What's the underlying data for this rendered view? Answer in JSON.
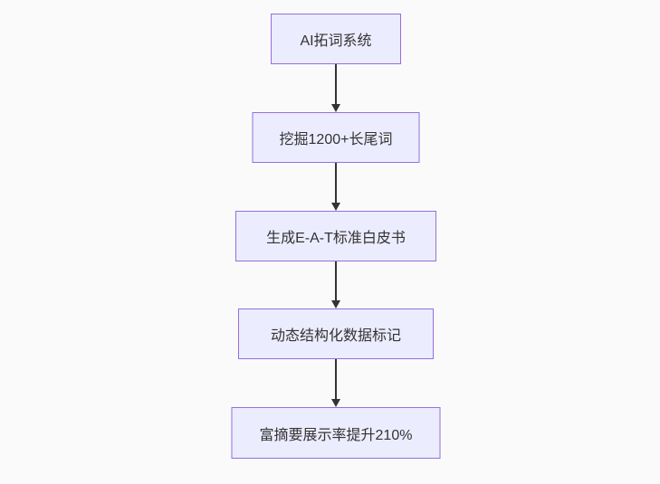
{
  "colors": {
    "background": "#fafafa",
    "node-fill": "#ECECFF",
    "node-border": "#9370DB",
    "node-text": "#333333",
    "arrow": "#333333"
  },
  "flowchart": {
    "type": "flowchart",
    "direction": "top-down",
    "nodes": [
      {
        "id": "A",
        "label": "AI拓词系统"
      },
      {
        "id": "B",
        "label": "挖掘1200+长尾词"
      },
      {
        "id": "C",
        "label": "生成E-A-T标准白皮书"
      },
      {
        "id": "D",
        "label": "动态结构化数据标记"
      },
      {
        "id": "E",
        "label": "富摘要展示率提升210%"
      }
    ],
    "edges": [
      {
        "from": "A",
        "to": "B"
      },
      {
        "from": "B",
        "to": "C"
      },
      {
        "from": "C",
        "to": "D"
      },
      {
        "from": "D",
        "to": "E"
      }
    ]
  }
}
